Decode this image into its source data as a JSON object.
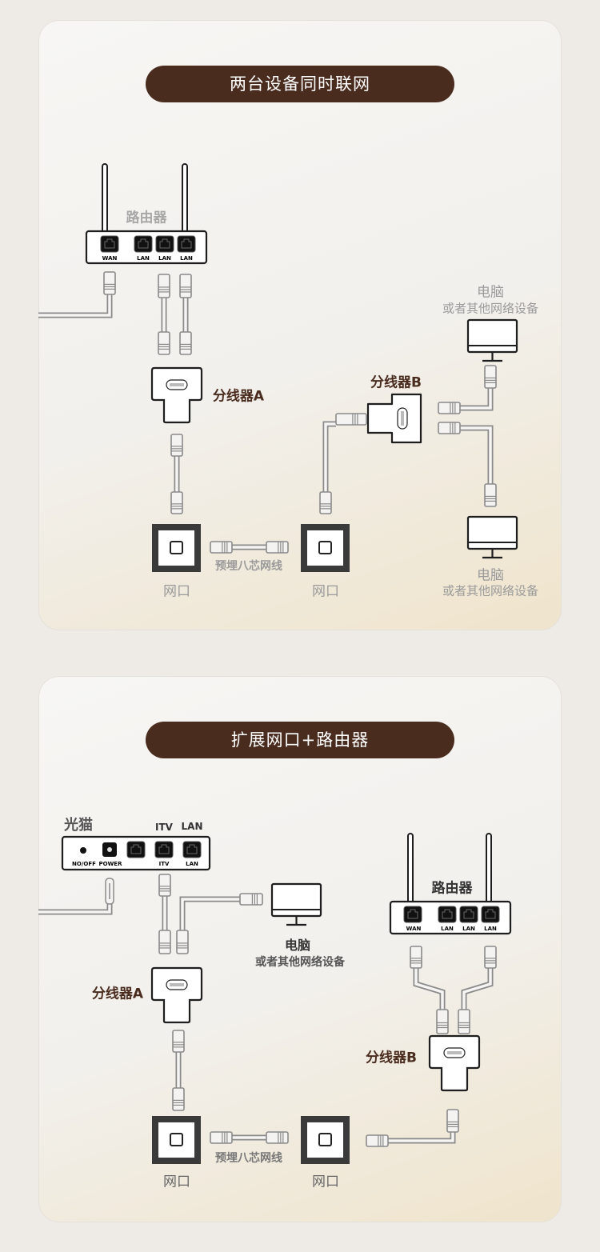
{
  "section1": {
    "title": "两台设备同时联网",
    "router_label": "路由器",
    "router_ports": [
      "WAN",
      "LAN",
      "LAN",
      "LAN"
    ],
    "splitter_a": "分线器A",
    "splitter_b": "分线器B",
    "wall_port": "网口",
    "cable_label": "预埋八芯网线",
    "device_top": {
      "name": "电脑",
      "desc": "或者其他网络设备"
    },
    "device_bottom": {
      "name": "电脑",
      "desc": "或者其他网络设备"
    }
  },
  "section2": {
    "title": "扩展网口+路由器",
    "modem_label": "光猫",
    "modem_top_labels": [
      "ITV",
      "LAN"
    ],
    "modem_ports": [
      "NO/OFF",
      "POWER",
      "ITV",
      "LAN"
    ],
    "router_label": "路由器",
    "router_ports": [
      "WAN",
      "LAN",
      "LAN",
      "LAN"
    ],
    "splitter_a": "分线器A",
    "splitter_b": "分线器B",
    "wall_port": "网口",
    "cable_label": "预埋八芯网线",
    "device": {
      "name": "电脑",
      "desc": "或者其他网络设备"
    }
  },
  "colors": {
    "accent": "#4a2c1f",
    "line": "#8a8a8a",
    "device": "#1e1e1e"
  }
}
